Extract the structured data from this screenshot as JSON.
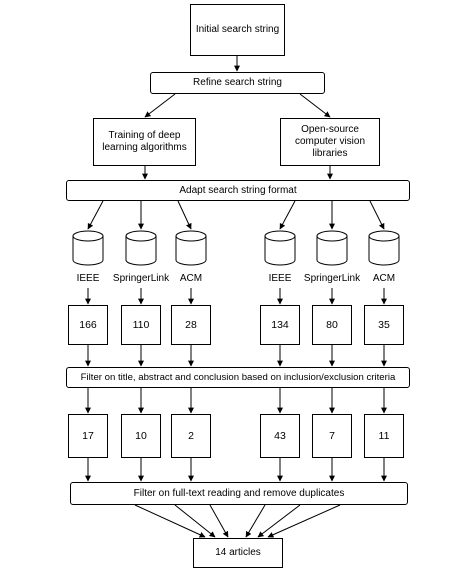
{
  "diagram": {
    "initial": "Initial search string",
    "refine": "Refine search string",
    "left_topic": "Training of deep learning algorithms",
    "right_topic": "Open-source computer vision libraries",
    "adapt": "Adapt search string format",
    "databases": [
      "IEEE",
      "SpringerLink",
      "ACM",
      "IEEE",
      "SpringerLink",
      "ACM"
    ],
    "first_counts": [
      "166",
      "110",
      "28",
      "134",
      "80",
      "35"
    ],
    "filter1": "Filter on title, abstract and conclusion based on inclusion/exclusion criteria",
    "second_counts": [
      "17",
      "10",
      "2",
      "43",
      "7",
      "11"
    ],
    "filter2": "Filter on full-text reading and remove duplicates",
    "result": "14 articles"
  }
}
